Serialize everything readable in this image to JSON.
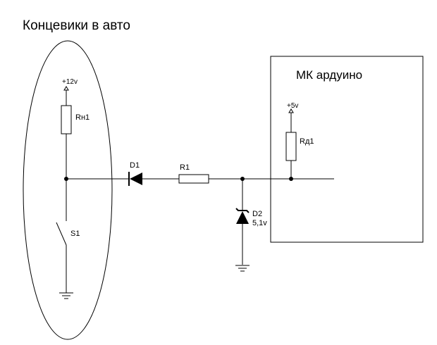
{
  "title": "Концевики в авто",
  "mcu_label": "МК ардуино",
  "supply_12v": "+12v",
  "supply_5v": "+5v",
  "components": {
    "rn1": "Rн1",
    "rd1": "Rд1",
    "d1": "D1",
    "r1": "R1",
    "d2": "D2",
    "d2_value": "5,1v",
    "s1": "S1"
  },
  "colors": {
    "ink": "#000000",
    "background": "#ffffff"
  }
}
